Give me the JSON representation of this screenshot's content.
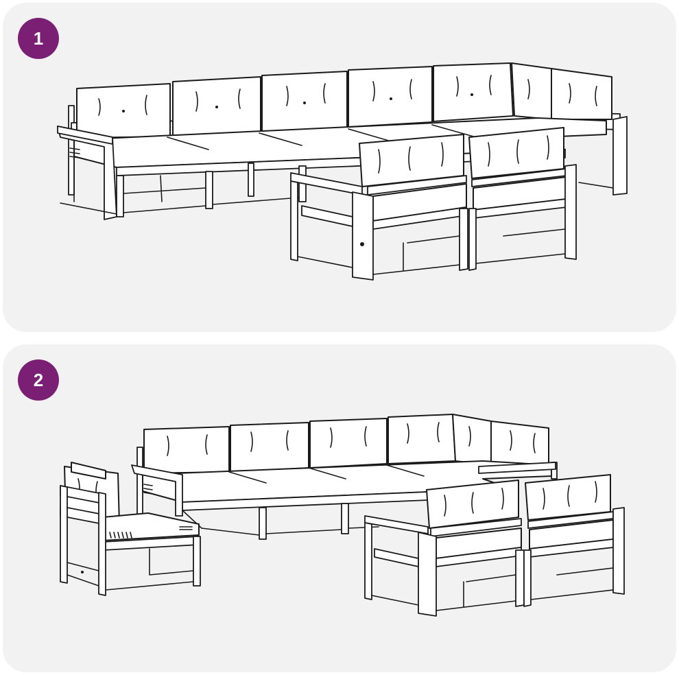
{
  "badge_color": "#7a1f73",
  "panel_color": "#f2f2f2",
  "steps": [
    {
      "number": "1",
      "arrangement": "straight-sofa-with-two-chairs"
    },
    {
      "number": "2",
      "arrangement": "l-sofa-with-corner-unit-and-two-chairs"
    }
  ]
}
